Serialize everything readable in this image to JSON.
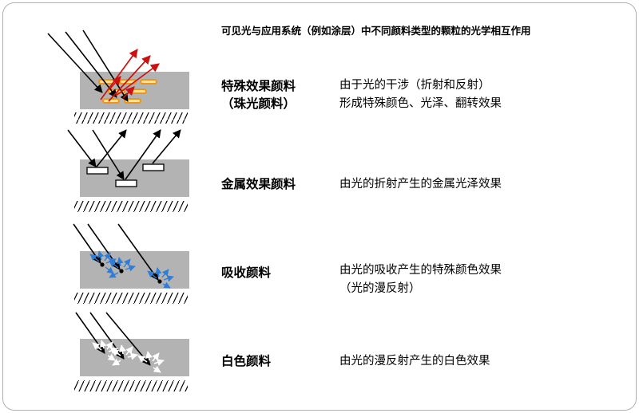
{
  "title": "可见光与应用系统（例如涂层）中不同颜料类型的颗粒的光学相互作用",
  "rows": [
    {
      "id": "special-effect-pigment",
      "label_line1": "特殊效果颜料",
      "label_line2": "（珠光颜料）",
      "desc_line1": "由于光的干涉（折射和反射）",
      "desc_line2": "形成特殊颜色、光泽、翻转效果"
    },
    {
      "id": "metallic-effect-pigment",
      "label_line1": "金属效果颜料",
      "desc_line1": "由光的折射产生的金属光泽效果"
    },
    {
      "id": "absorption-pigment",
      "label_line1": "吸收颜料",
      "desc_line1": "由光的吸收产生的特殊颜色效果",
      "desc_line2": "（光的漫反射）"
    },
    {
      "id": "white-pigment",
      "label_line1": "白色颜料",
      "desc_line1": "由光的漫反射产生的白色效果"
    }
  ],
  "colors": {
    "substrate_gray": "#b3b3b3",
    "incident_ray_black": "#000000",
    "interference_ray_red": "#cc1111",
    "platelet_orange_stroke": "#ef9413",
    "platelet_fill": "#ffe3a8",
    "metal_flake_white": "#ffffff",
    "absorption_scatter_blue": "#2e7dd7",
    "white_scatter": "#ffffff"
  }
}
